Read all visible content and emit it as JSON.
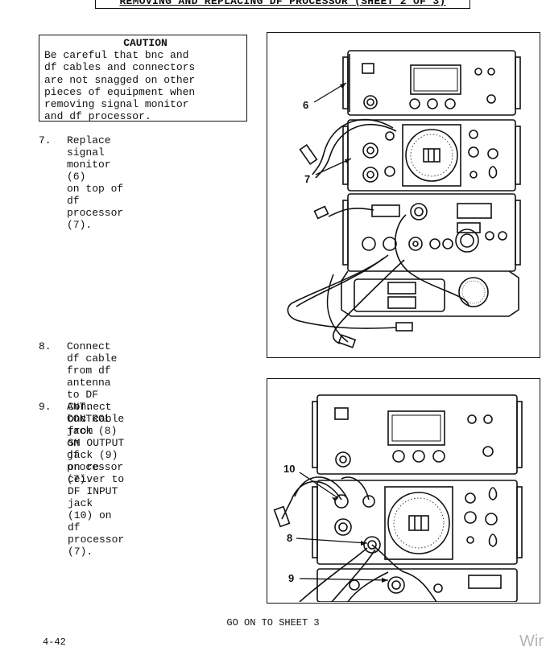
{
  "page_title": "REMOVING AND REPLACING DF PROCESSOR (SHEET 2 OF 3)",
  "caution": {
    "heading": "CAUTION",
    "body": "Be careful that bnc and\ndf cables and connectors\nare not snagged on other\npieces of equipment when\nremoving signal monitor\nand df processor."
  },
  "steps": [
    {
      "num": "7.",
      "text": "Replace signal monitor (6)\non top of df processor (7)."
    },
    {
      "num": "8.",
      "text": "Connect df cable\nfrom df antenna to DF\nANT. CONTROL jack (8) on\ndf processor (7)."
    },
    {
      "num": "9.",
      "text": "Connect bnc cable from\nSM OUTPUT jack (9) on re-\nceiver to DF INPUT jack\n(10) on df processor (7)."
    }
  ],
  "figure_top": {
    "callouts": [
      "6",
      "7"
    ]
  },
  "figure_bottom": {
    "callouts": [
      "10",
      "8",
      "9"
    ]
  },
  "footer": {
    "instruction": "GO ON TO SHEET 3",
    "page_number": "4-42"
  },
  "watermark": "Wir"
}
